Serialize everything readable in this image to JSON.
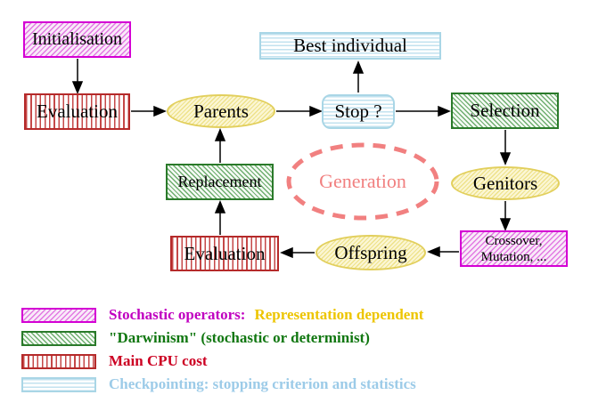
{
  "figure": {
    "title_hint": "evolutionary-algorithm-flowchart",
    "background": "#FFFFFF",
    "nodes": {
      "initialisation": "Initialisation",
      "evaluation_top": "Evaluation",
      "parents": "Parents",
      "stop": "Stop ?",
      "best_individual": "Best individual",
      "selection": "Selection",
      "genitors": "Genitors",
      "crossover_line1": "Crossover,",
      "crossover_line2": "Mutation, ...",
      "offspring": "Offspring",
      "evaluation_bottom": "Evaluation",
      "replacement": "Replacement",
      "generation": "Generation"
    },
    "colors": {
      "stochastic_magenta_border": "#D400D4",
      "darwinism_green_border": "#2A7A2A",
      "cpu_red_border": "#B52A2A",
      "checkpoint_cyan_border": "#A9D6E6",
      "population_yellow_border": "#E2CF5C",
      "generation_salmon": "#F18080",
      "arrow_black": "#000000"
    }
  },
  "legend": {
    "items": [
      {
        "swatch_icon": "magenta-diagonal-hatch-icon",
        "label": "Stochastic operators:",
        "label2": "Representation dependent",
        "label_color": "#C000C0",
        "label2_color": "#EDC500"
      },
      {
        "swatch_icon": "green-diagonal-hatch-icon",
        "label": "\"Darwinism\" (stochastic or determinist)",
        "label_color": "#117711"
      },
      {
        "swatch_icon": "red-vertical-stripes-icon",
        "label": "Main CPU cost",
        "label_color": "#CC0022"
      },
      {
        "swatch_icon": "cyan-horizontal-stripes-icon",
        "label": "Checkpointing: stopping criterion and statistics",
        "label_color": "#9CCBE8"
      }
    ]
  }
}
